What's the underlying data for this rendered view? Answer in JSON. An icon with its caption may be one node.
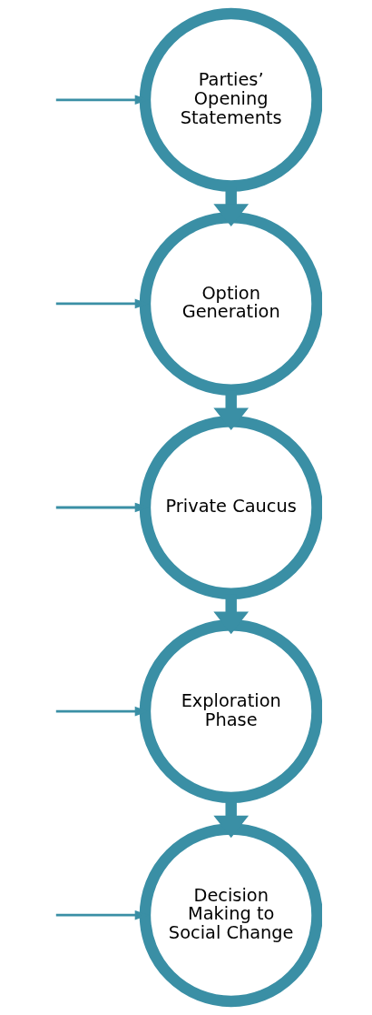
{
  "diagram": {
    "nodes": [
      {
        "text": [
          "Parties’ Opening Statements"
        ]
      },
      {
        "text": [
          "Option Generation"
        ]
      },
      {
        "text": [
          "Private Caucus"
        ]
      },
      {
        "text": [
          "Exploration Phase"
        ]
      },
      {
        "text": [
          "Decision Making to Social Change"
        ]
      }
    ],
    "edges": [
      {
        "from": 0,
        "to": 1,
        "arrow": "to",
        "style": "thick"
      },
      {
        "from": 1,
        "to": 2,
        "arrow": "to",
        "style": "thick"
      },
      {
        "from": 2,
        "to": 3,
        "arrow": "to",
        "style": "thick"
      },
      {
        "from": 3,
        "to": 4,
        "arrow": "to",
        "style": "thick"
      },
      {
        "from": null,
        "to": 0,
        "arrow": "to"
      },
      {
        "from": null,
        "to": 1,
        "arrow": "to"
      },
      {
        "from": null,
        "to": 2,
        "arrow": "to"
      },
      {
        "from": null,
        "to": 3,
        "arrow": "to"
      },
      {
        "from": null,
        "to": 4,
        "arrow": "to"
      }
    ]
  }
}
